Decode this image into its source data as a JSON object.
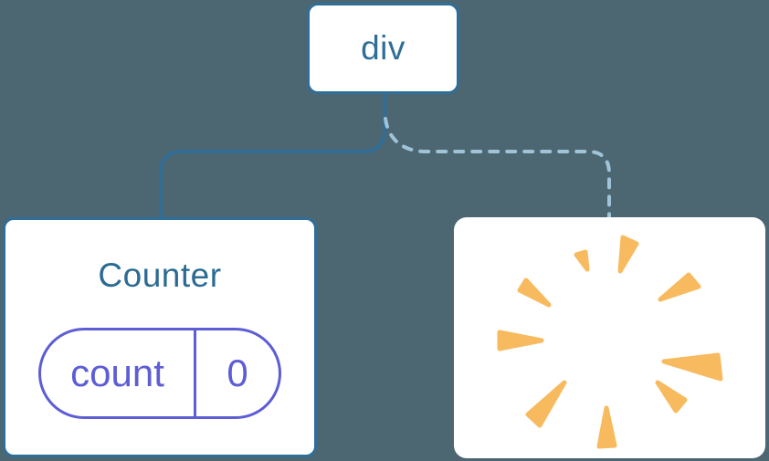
{
  "diagram": {
    "type": "component-tree",
    "background_color": "#4C6772",
    "node_border_color": "#2F6E98",
    "solid_line_color": "#2F6E98",
    "dashed_line_color": "#A0C3D7",
    "state_pill_color": "#5D5DD6",
    "poof_color": "#F8BA5F",
    "root_node": {
      "label": "div"
    },
    "counter_node": {
      "title": "Counter",
      "state_key": "count",
      "state_value": "0"
    },
    "removed_node": {
      "icon": "poof-starburst"
    },
    "connections": [
      {
        "from": "div",
        "to": "Counter",
        "style": "solid"
      },
      {
        "from": "div",
        "to": "removed-node",
        "style": "dashed"
      }
    ]
  }
}
